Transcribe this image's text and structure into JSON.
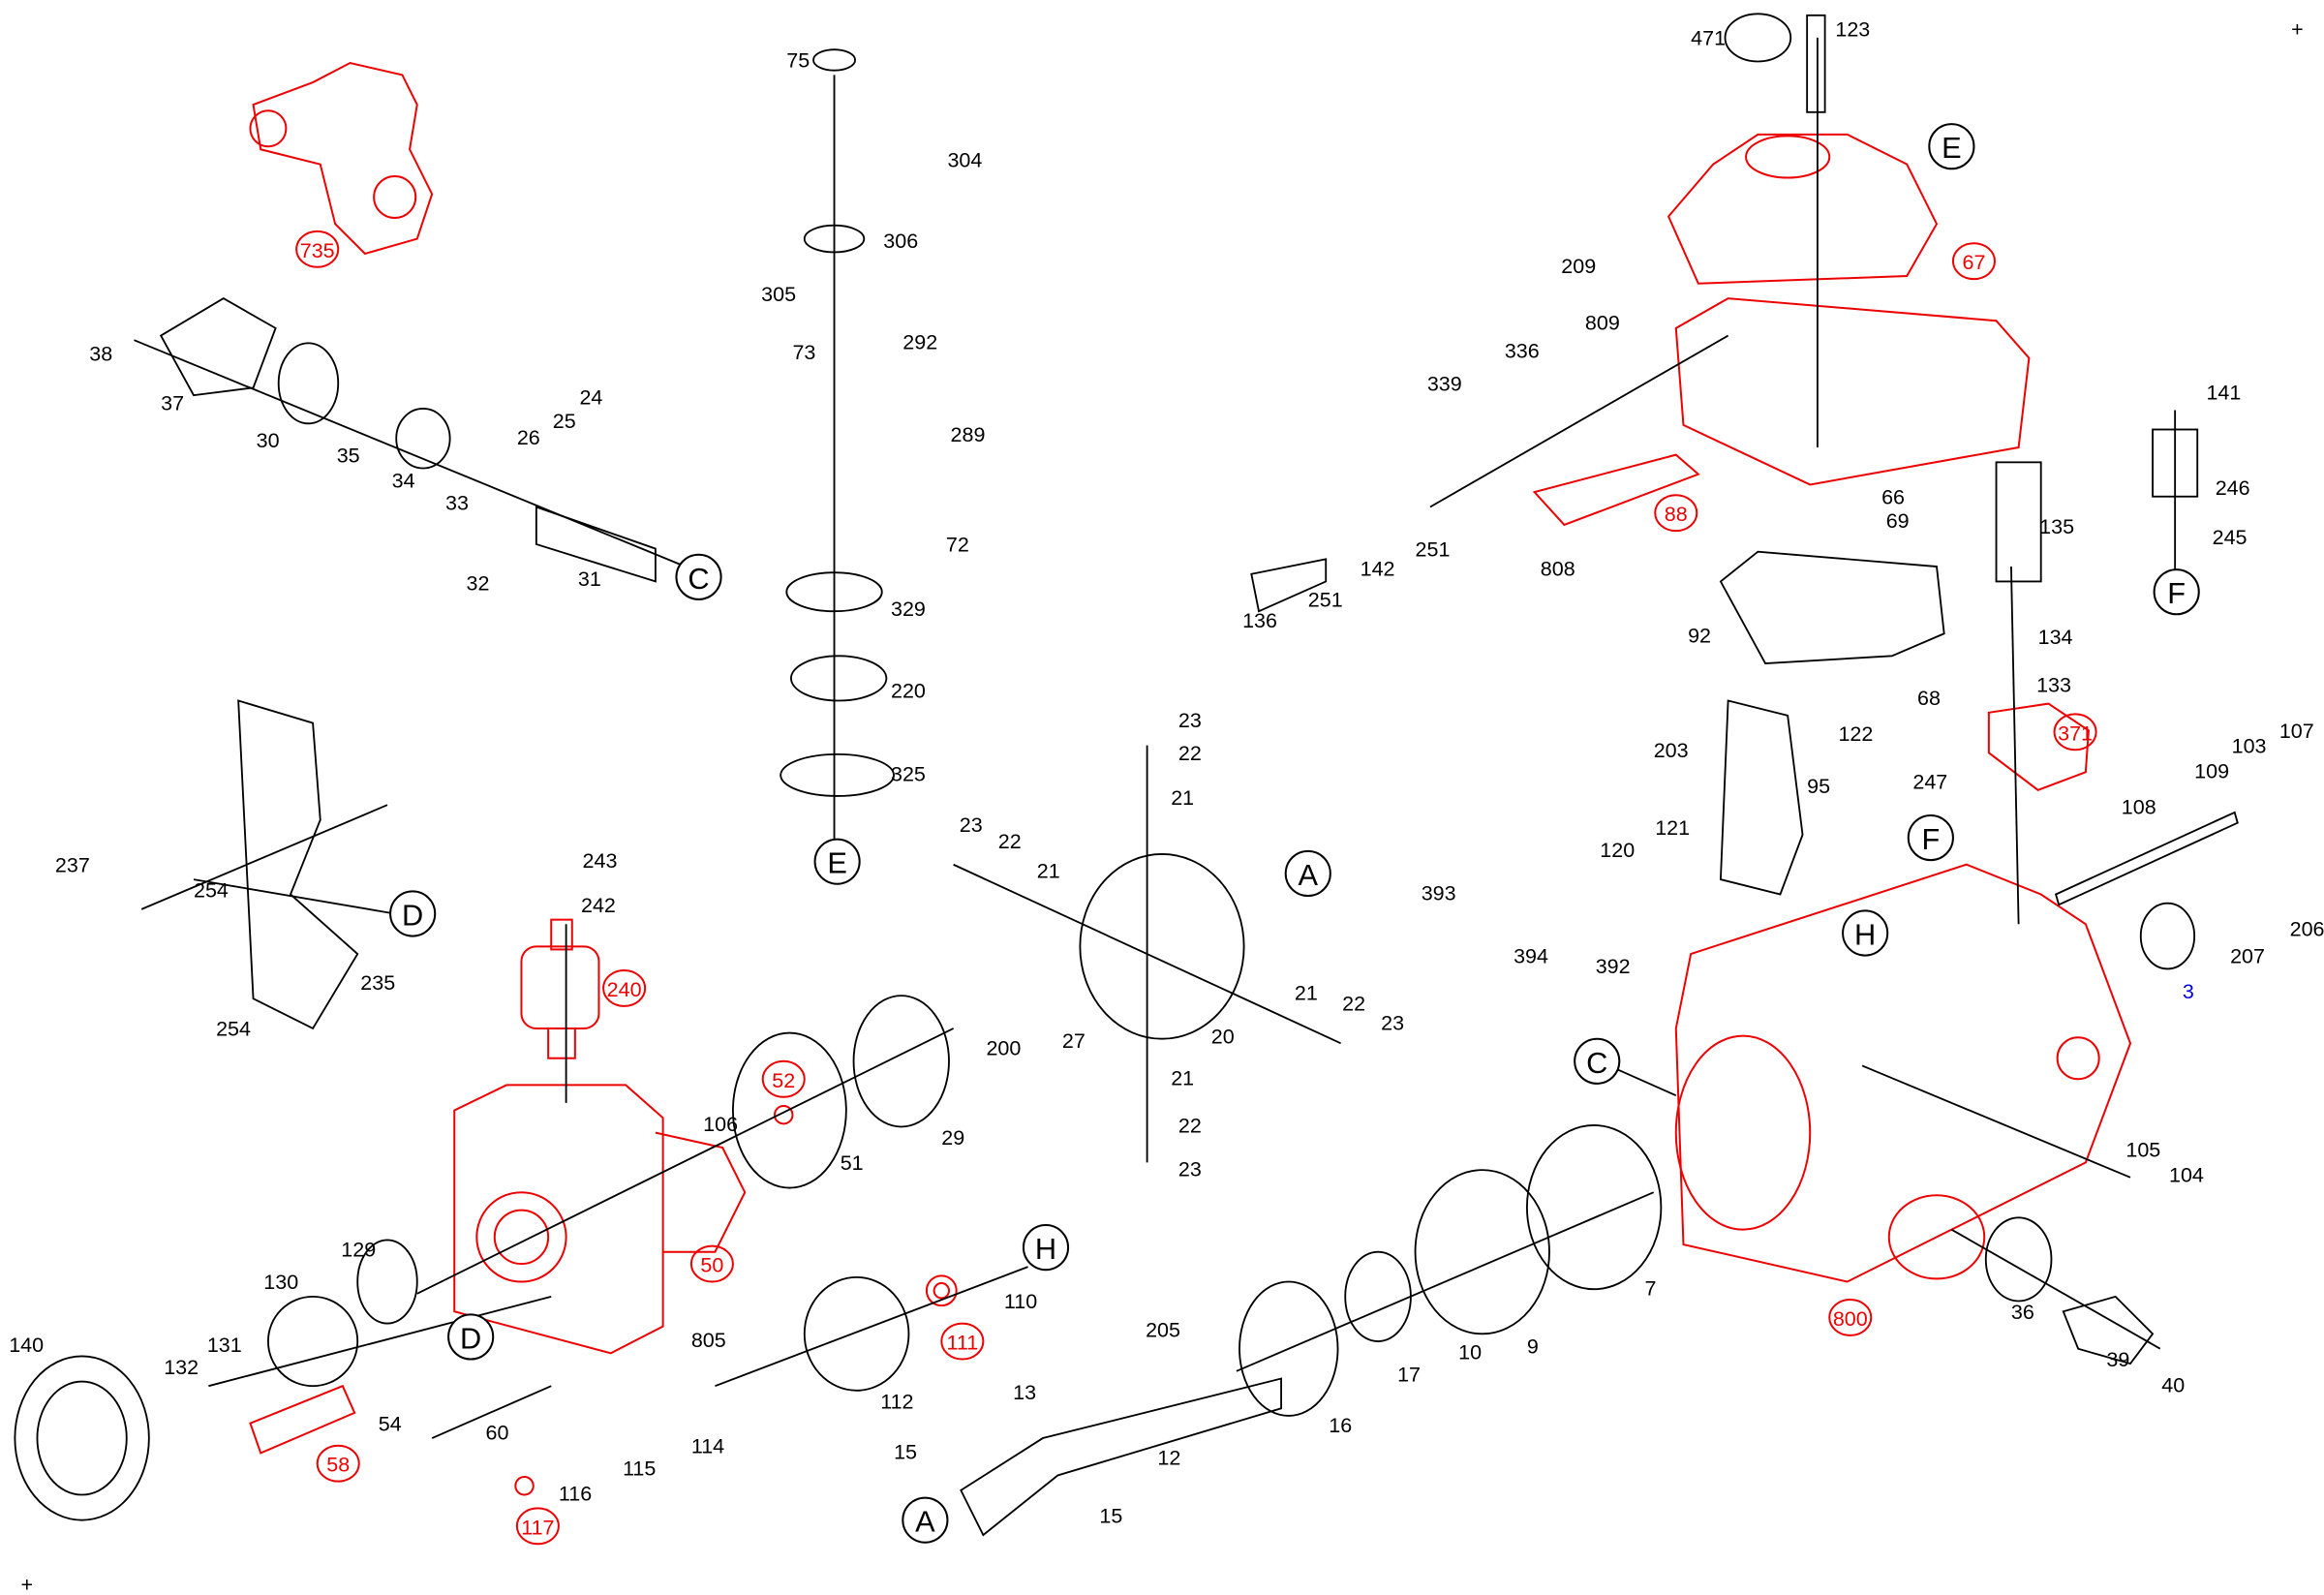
{
  "diagram": {
    "title": "Exploded view - distributor injection pump",
    "colors": {
      "highlight": "#e00000",
      "line": "#000000",
      "info": "#0000e0"
    },
    "part_numbers": [
      "75",
      "304",
      "306",
      "305",
      "292",
      "73",
      "289",
      "72",
      "329",
      "220",
      "325",
      "38",
      "37",
      "30",
      "35",
      "34",
      "33",
      "26",
      "25",
      "24",
      "32",
      "31",
      "471",
      "123",
      "209",
      "809",
      "336",
      "339",
      "251",
      "142",
      "251",
      "136",
      "808",
      "66",
      "69",
      "92",
      "68",
      "122",
      "135",
      "134",
      "133",
      "141",
      "246",
      "245",
      "203",
      "95",
      "121",
      "120",
      "247",
      "108",
      "109",
      "103",
      "107",
      "393",
      "394",
      "392",
      "207",
      "206",
      "237",
      "254",
      "235",
      "254",
      "243",
      "242",
      "23",
      "22",
      "21",
      "23",
      "22",
      "21",
      "21",
      "22",
      "23",
      "20",
      "200",
      "27",
      "21",
      "22",
      "23",
      "29",
      "51",
      "106",
      "105",
      "104",
      "129",
      "130",
      "140",
      "131",
      "132",
      "54",
      "60",
      "116",
      "115",
      "114",
      "805",
      "112",
      "110",
      "205",
      "13",
      "15",
      "15",
      "12",
      "16",
      "17",
      "10",
      "9",
      "7",
      "36",
      "39",
      "40"
    ],
    "highlighted_parts": [
      "735",
      "67",
      "88",
      "371",
      "240",
      "52",
      "50",
      "111",
      "58",
      "117",
      "800"
    ],
    "info_part": "3",
    "section_markers": [
      "E",
      "C",
      "E",
      "F",
      "F",
      "H",
      "D",
      "A",
      "C",
      "H",
      "D",
      "A"
    ],
    "corner_marks": [
      "+",
      "+"
    ]
  }
}
